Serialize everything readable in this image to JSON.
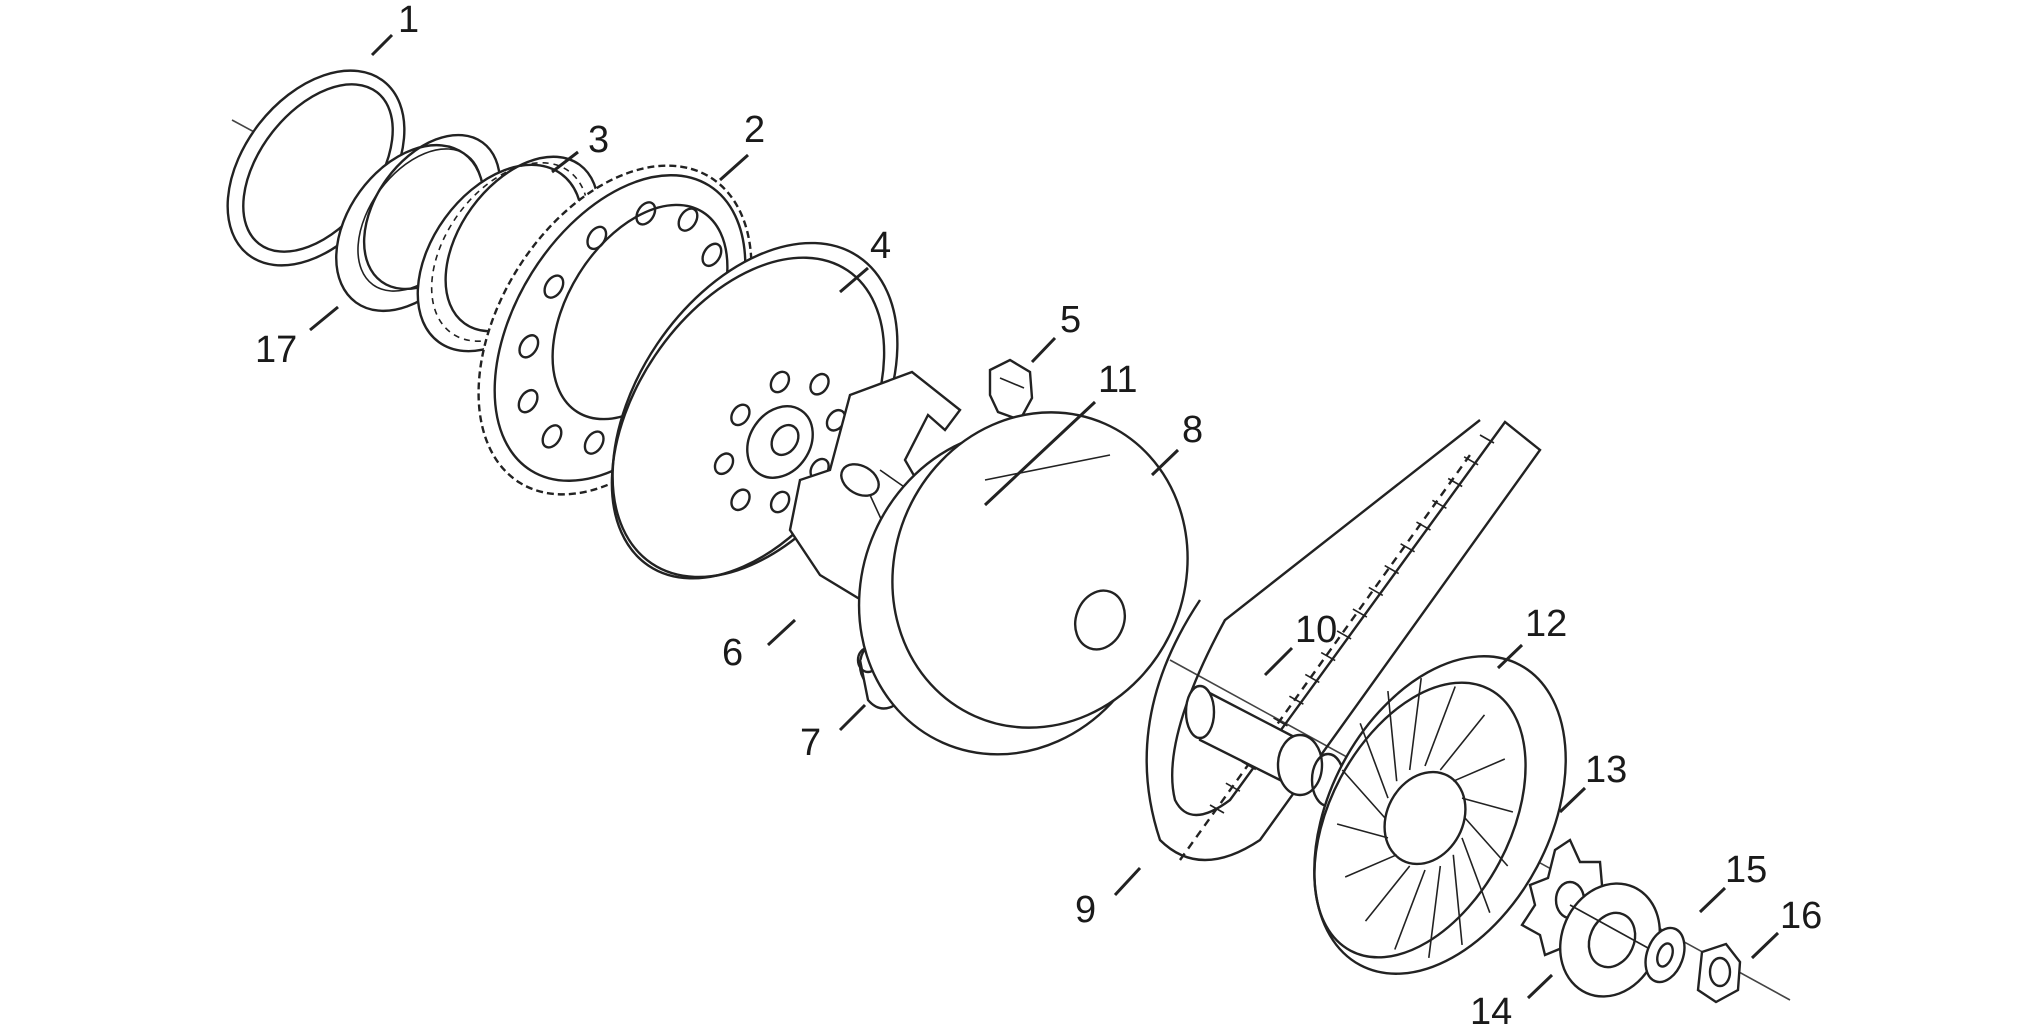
{
  "callouts": [
    {
      "id": "1",
      "label": "1"
    },
    {
      "id": "2",
      "label": "2"
    },
    {
      "id": "3",
      "label": "3"
    },
    {
      "id": "4",
      "label": "4"
    },
    {
      "id": "5",
      "label": "5"
    },
    {
      "id": "6",
      "label": "6"
    },
    {
      "id": "7",
      "label": "7"
    },
    {
      "id": "8",
      "label": "8"
    },
    {
      "id": "9",
      "label": "9"
    },
    {
      "id": "10",
      "label": "10"
    },
    {
      "id": "11",
      "label": "11"
    },
    {
      "id": "12",
      "label": "12"
    },
    {
      "id": "13",
      "label": "13"
    },
    {
      "id": "14",
      "label": "14"
    },
    {
      "id": "15",
      "label": "15"
    },
    {
      "id": "16",
      "label": "16"
    },
    {
      "id": "17",
      "label": "17"
    }
  ],
  "colors": {
    "line": "#222222",
    "background": "#ffffff"
  }
}
